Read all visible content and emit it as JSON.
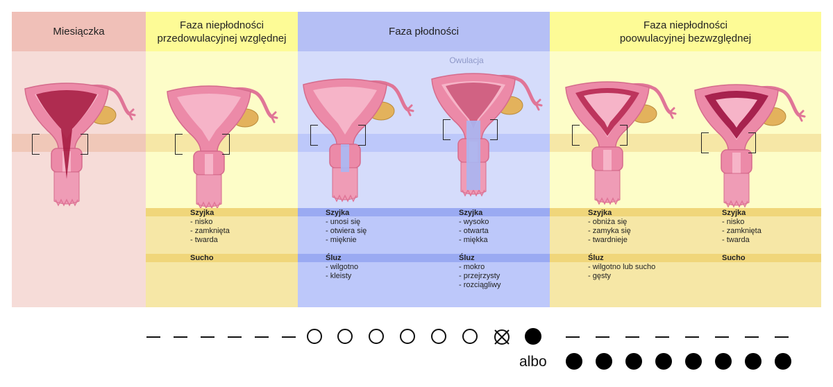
{
  "phases": {
    "menstruation": "Miesiączka",
    "pre_infertile": "Faza niepłodności\nprzedowulacyjnej względnej",
    "fertile": "Faza płodności",
    "post_infertile": "Faza niepłodności\npoowulacyjnej bezwzględnej"
  },
  "ovulation_label": "Owulacja",
  "colors": {
    "menstruation_header": "#f0c0b8",
    "menstruation_body": "#f6dcd8",
    "infertile_header": "#fdfb96",
    "infertile_body": "#fdfdc8",
    "fertile_header": "#b5bff5",
    "fertile_body": "#d5dcfb",
    "infertile_text_bg": "#f6e7a6",
    "infertile_band": "#f0d67a",
    "fertile_text_bg": "#bdc8fa",
    "fertile_band": "#9aaaf2",
    "uterus": "#e8799a",
    "ovary": "#e3b25c"
  },
  "notes": {
    "pre": {
      "cervix_title": "Szyjka",
      "cervix_items": [
        "- nisko",
        "- zamknięta",
        "- twarda"
      ],
      "mucus_title": "Sucho",
      "mucus_items": []
    },
    "fertile_a": {
      "cervix_title": "Szyjka",
      "cervix_items": [
        "- unosi się",
        "- otwiera się",
        "- mięknie"
      ],
      "mucus_title": "Śluz",
      "mucus_items": [
        "- wilgotno",
        "- kleisty"
      ]
    },
    "fertile_b": {
      "cervix_title": "Szyjka",
      "cervix_items": [
        "- wysoko",
        "- otwarta",
        "- miękka"
      ],
      "mucus_title": "Śluz",
      "mucus_items": [
        "- mokro",
        "- przejrzysty",
        "- rozciągliwy"
      ]
    },
    "post_a": {
      "cervix_title": "Szyjka",
      "cervix_items": [
        "- obniża się",
        "- zamyka się",
        "- twardnieje"
      ],
      "mucus_title": "Śluz",
      "mucus_items": [
        "- wilgotno lub sucho",
        "- gęsty"
      ]
    },
    "post_b": {
      "cervix_title": "Szyjka",
      "cervix_items": [
        "- nisko",
        "- zamknięta",
        "- twarda"
      ],
      "mucus_title": "Sucho",
      "mucus_items": []
    }
  },
  "legend": {
    "albo": "albo",
    "top_row": [
      "dash",
      "dash",
      "dash",
      "dash",
      "dash",
      "dash",
      "circle",
      "circle",
      "circle",
      "circle",
      "circle",
      "circle",
      "crossed-circle",
      "dot",
      "dash",
      "dash",
      "dash",
      "dash",
      "dash",
      "dash",
      "dash",
      "dash"
    ],
    "bottom_row": [
      "dot",
      "dot",
      "dot",
      "dot",
      "dot",
      "dot",
      "dot",
      "dot"
    ]
  }
}
